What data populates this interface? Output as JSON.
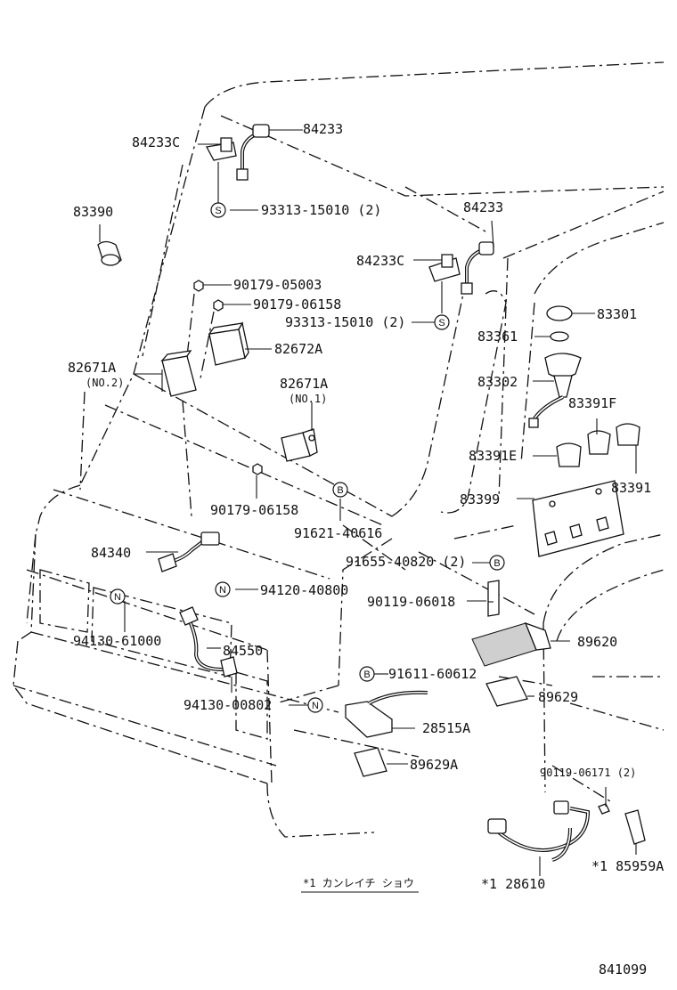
{
  "callouts": [
    {
      "key": "c84233a",
      "text": "84233"
    },
    {
      "key": "c84233c_a",
      "text": "84233C"
    },
    {
      "key": "c93313_a",
      "text": "93313-15010 (2)"
    },
    {
      "key": "c83390",
      "text": "83390"
    },
    {
      "key": "c84233b",
      "text": "84233"
    },
    {
      "key": "c84233c_b",
      "text": "84233C"
    },
    {
      "key": "c93313_b",
      "text": "93313-15010 (2)"
    },
    {
      "key": "c90179_05003",
      "text": "90179-05003"
    },
    {
      "key": "c90179_06158_a",
      "text": "90179-06158"
    },
    {
      "key": "c82672a",
      "text": "82672A"
    },
    {
      "key": "c82671a_no2",
      "text": "82671A"
    },
    {
      "key": "c82671a_no2_sub",
      "text": "(NO.2)"
    },
    {
      "key": "c82671a_no1",
      "text": "82671A"
    },
    {
      "key": "c82671a_no1_sub",
      "text": "(NO.1)"
    },
    {
      "key": "c90179_06158_b",
      "text": "90179-06158"
    },
    {
      "key": "c91621",
      "text": "91621-40616"
    },
    {
      "key": "c91655",
      "text": "91655-40820 (2)"
    },
    {
      "key": "c84340",
      "text": "84340"
    },
    {
      "key": "c94120",
      "text": "94120-40800"
    },
    {
      "key": "c90119_06018",
      "text": "90119-06018"
    },
    {
      "key": "c94130_61000",
      "text": "94130-61000"
    },
    {
      "key": "c84550",
      "text": "84550"
    },
    {
      "key": "c91611",
      "text": "91611-60612"
    },
    {
      "key": "c94130_00802",
      "text": "94130-00802"
    },
    {
      "key": "c28515a",
      "text": "28515A"
    },
    {
      "key": "c89629a",
      "text": "89629A"
    },
    {
      "key": "c83301",
      "text": "83301"
    },
    {
      "key": "c83361",
      "text": "83361"
    },
    {
      "key": "c83302",
      "text": "83302"
    },
    {
      "key": "c83391f",
      "text": "83391F"
    },
    {
      "key": "c83391e",
      "text": "83391E"
    },
    {
      "key": "c83391",
      "text": "83391"
    },
    {
      "key": "c83399",
      "text": "83399"
    },
    {
      "key": "c89620",
      "text": "89620"
    },
    {
      "key": "c89629",
      "text": "89629"
    },
    {
      "key": "c90119_06171",
      "text": "90119-06171 (2)"
    },
    {
      "key": "c85959a",
      "text": "*1 85959A"
    },
    {
      "key": "c28610",
      "text": "*1 28610"
    }
  ],
  "badges": {
    "s": "S",
    "b": "B",
    "n": "N"
  },
  "footnote": "*1 カンレイチ ショウ",
  "diagram_code": "841099"
}
